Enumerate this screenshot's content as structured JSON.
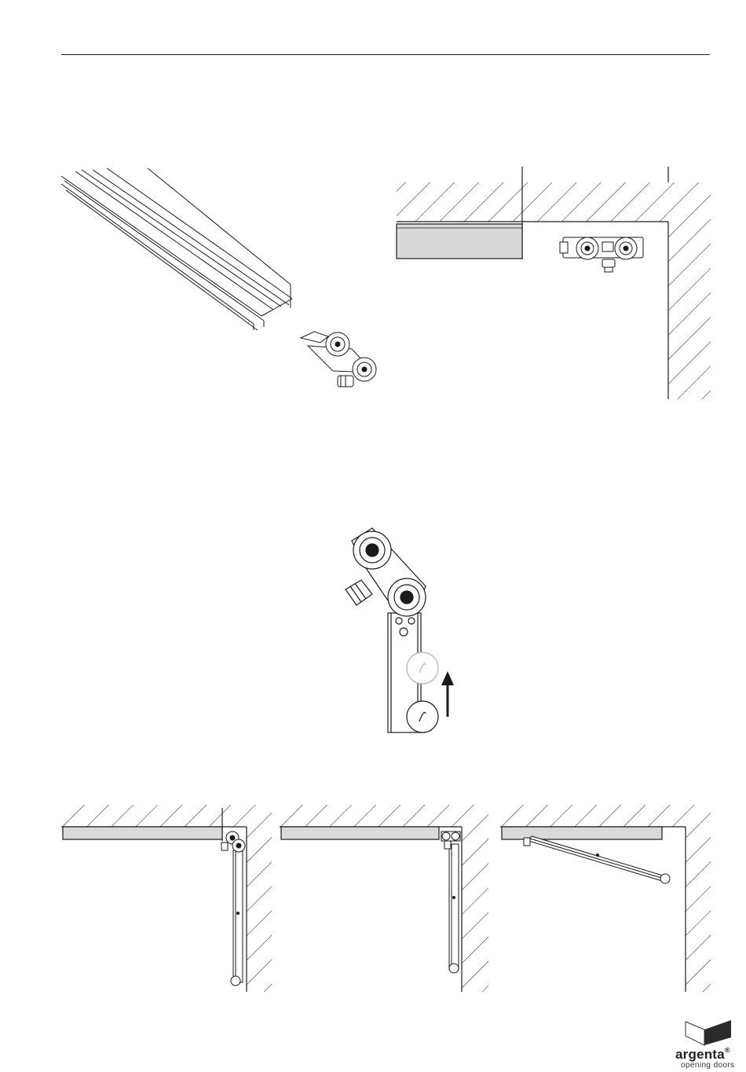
{
  "brand": {
    "name": "argenta",
    "registered_mark": "®",
    "tagline": "opening doors"
  },
  "illustrations": [
    {
      "id": "rail-and-carriage-perspective",
      "icon": "rail-carriage-icon"
    },
    {
      "id": "carriage-in-rail-section",
      "icon": "rail-section-icon"
    },
    {
      "id": "carriage-mounting-detail",
      "icon": "mounting-arrow-icon"
    },
    {
      "id": "door-step-1",
      "icon": "door-plan-icon"
    },
    {
      "id": "door-step-2",
      "icon": "door-plan-icon"
    },
    {
      "id": "door-step-3",
      "icon": "door-plan-icon"
    }
  ],
  "colors": {
    "line": "#1a1a1a",
    "rail_fill": "#d9d9d9",
    "logo_dark": "#2b2b2b"
  }
}
